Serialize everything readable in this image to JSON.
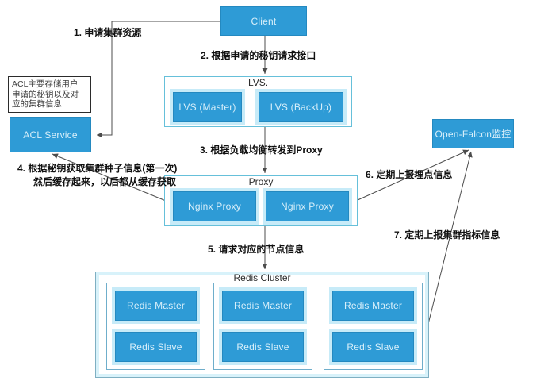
{
  "nodes": {
    "client": "Client",
    "acl_note_lines": [
      "ACL主要存储用户",
      "申请的秘钥以及对",
      "应的集群信息"
    ],
    "acl_service": "ACL Service",
    "lvs": {
      "title": "LVS.",
      "master": "LVS (Master)",
      "backup": "LVS (BackUp)"
    },
    "proxy": {
      "title": "Proxy",
      "items": [
        "Nginx Proxy",
        "Nginx Proxy"
      ]
    },
    "monitor": "Open-Falcon监控",
    "redis": {
      "title": "Redis Cluster",
      "groups": [
        {
          "master": "Redis Master",
          "slave": "Redis Slave"
        },
        {
          "master": "Redis Master",
          "slave": "Redis Slave"
        },
        {
          "master": "Redis Master",
          "slave": "Redis Slave"
        }
      ]
    }
  },
  "steps": {
    "s1": "1. 申请集群资源",
    "s2": "2. 根据申请的秘钥请求接口",
    "s3": "3. 根据负载均衡转发到Proxy",
    "s4_line1": "4. 根据秘钥获取集群种子信息(第一次)",
    "s4_line2": "然后缓存起来，以后都从缓存获取",
    "s5": "5. 请求对应的节点信息",
    "s6": "6. 定期上报埋点信息",
    "s7": "7. 定期上报集群指标信息"
  },
  "colors": {
    "node_blue": "#2E9BD6",
    "node_text": "#D8EFFA",
    "halo_cyan": "#C7EBF8",
    "container_border": "#66C0DA",
    "redis_inset": "#D8F2FA",
    "line_gray": "#4C4C4C"
  }
}
